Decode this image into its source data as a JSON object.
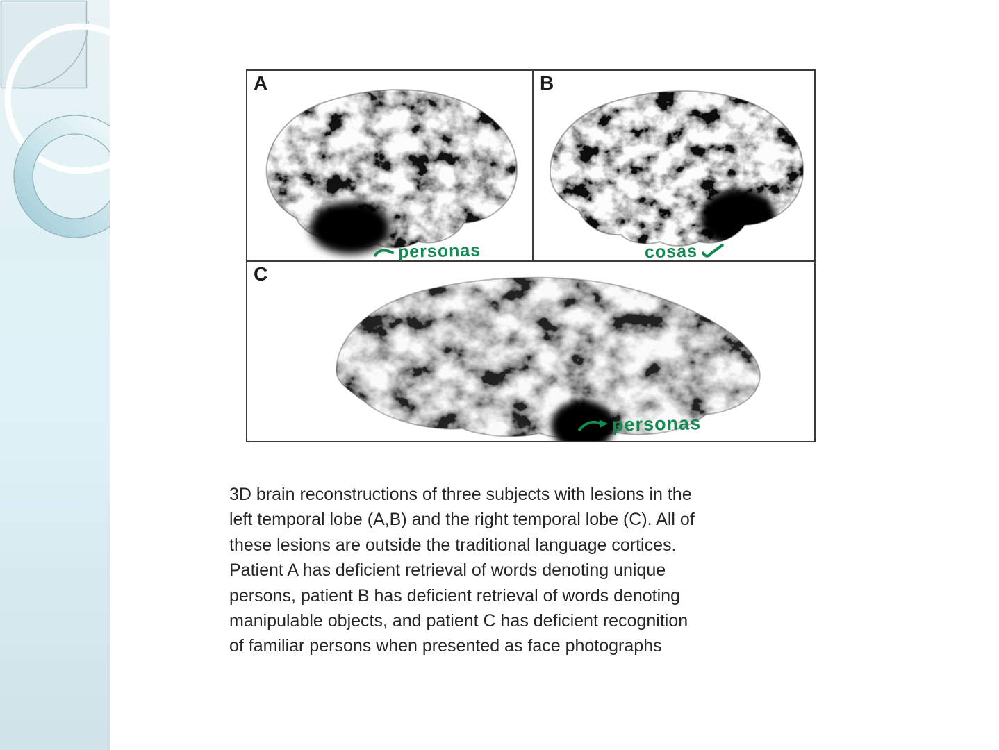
{
  "slide": {
    "kind": "presentation-slide"
  },
  "figure": {
    "panels": [
      {
        "label": "A",
        "annotation": {
          "text": "personas"
        }
      },
      {
        "label": "B",
        "annotation": {
          "text": "cosas"
        }
      },
      {
        "label": "C",
        "annotation": {
          "text": "personas"
        }
      }
    ]
  },
  "caption": {
    "lines": [
      "3D brain reconstructions of three subjects with lesions in the",
      "left temporal lobe (A,B) and the right temporal lobe (C). All of",
      "these lesions are outside the traditional language cortices.",
      "Patient A has deficient retrieval of words denoting unique",
      "persons, patient B has deficient retrieval of words denoting",
      "manipulable objects, and patient C has deficient recognition",
      "of familiar persons when presented as face photographs"
    ]
  },
  "colors": {
    "annotation_green": "#128a52",
    "lesion_black": "#050505",
    "figure_border": "#3a3a3a",
    "caption_text": "#262626",
    "sidebar_top": "#eaf3f5",
    "sidebar_middle": "#ddf3f8",
    "sidebar_bottom": "#cfe2e8",
    "teal_ring": "#a6d0db"
  }
}
